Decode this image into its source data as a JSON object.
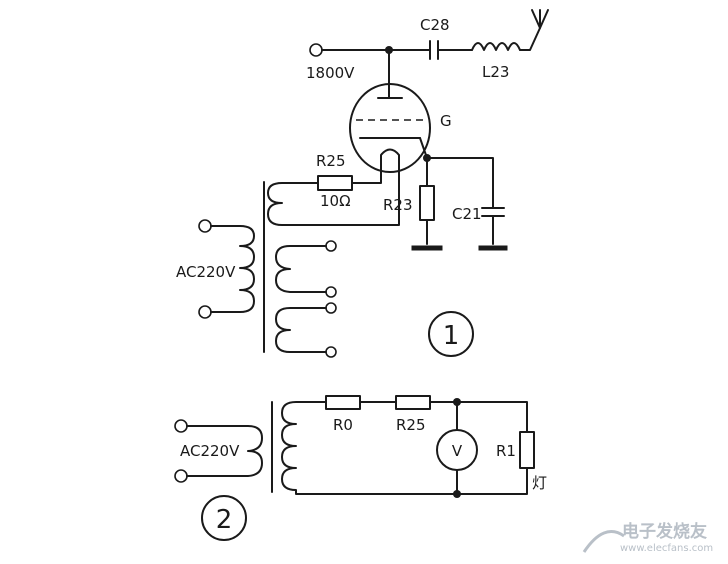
{
  "circuit1": {
    "hv_label": "1800V",
    "c28_label": "C28",
    "l23_label": "L23",
    "tube_label": "G",
    "r25_label": "R25",
    "r25_value": "10Ω",
    "r23_label": "R23",
    "c21_label": "C21",
    "ac_label": "AC220V",
    "circle_number": "1"
  },
  "circuit2": {
    "ac_label": "AC220V",
    "r0_label": "R0",
    "r25_label": "R25",
    "meter_label": "V",
    "r1_label": "R1",
    "lamp_label": "灯",
    "circle_number": "2"
  },
  "watermark": {
    "text": "电子发烧友",
    "url": "www.elecfans.com"
  }
}
